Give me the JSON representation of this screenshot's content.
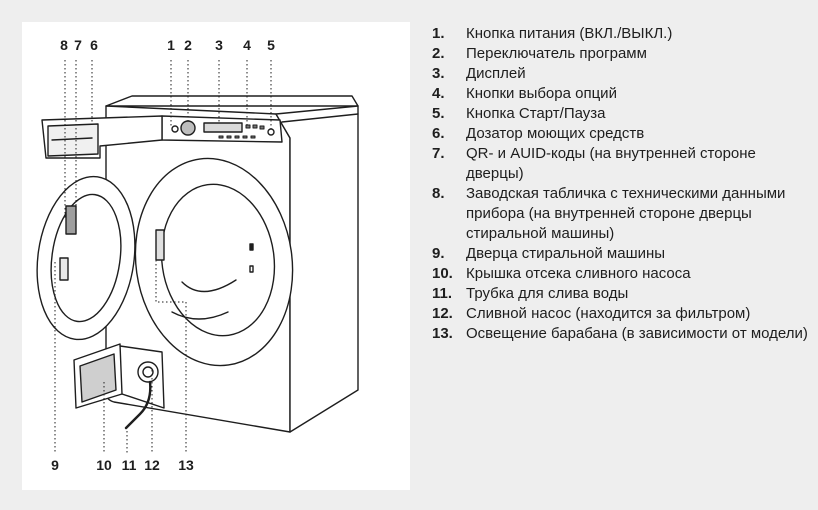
{
  "callouts_top": [
    "8",
    "7",
    "6",
    "1",
    "2",
    "3",
    "4",
    "5"
  ],
  "callouts_bottom": [
    "9",
    "10",
    "11",
    "12",
    "13"
  ],
  "legend": [
    {
      "num": "1.",
      "text": "Кнопка питания (ВКЛ./ВЫКЛ.)"
    },
    {
      "num": "2.",
      "text": "Переключатель программ"
    },
    {
      "num": "3.",
      "text": "Дисплей"
    },
    {
      "num": "4.",
      "text": "Кнопки выбора опций"
    },
    {
      "num": "5.",
      "text": "Кнопка Старт/Пауза"
    },
    {
      "num": "6.",
      "text": "Дозатор моющих средств"
    },
    {
      "num": "7.",
      "text": "QR- и AUID-коды (на внутренней стороне дверцы)"
    },
    {
      "num": "8.",
      "text": "Заводская табличка с техническими данными прибора (на внутренней стороне дверцы стиральной машины)"
    },
    {
      "num": "9.",
      "text": "Дверца стиральной машины"
    },
    {
      "num": "10.",
      "text": "Крышка отсека сливного насоса"
    },
    {
      "num": "11.",
      "text": "Трубка для слива воды"
    },
    {
      "num": "12.",
      "text": "Сливной насос (находится за фильтром)"
    },
    {
      "num": "13.",
      "text": "Освещение барабана (в зависимости от модели)"
    }
  ]
}
